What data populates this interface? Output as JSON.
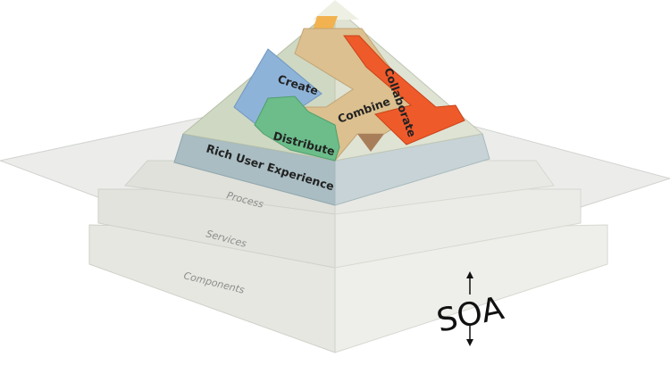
{
  "pyramid": {
    "tiers": [
      {
        "label": "Create",
        "color": "#8eb3d9"
      },
      {
        "label": "Collaborate",
        "color": "#ef5a2b"
      },
      {
        "label": "Combine",
        "color": "#dcc08f"
      },
      {
        "label": "Distribute",
        "color": "#6cbd8a"
      }
    ],
    "layers": {
      "rich_ux": "Rich User Experience",
      "process": "Process",
      "services": "Services",
      "components": "Components"
    },
    "soa": "SOA",
    "colors": {
      "rich_ux_band": "#a9bdc3",
      "plane": "#e9ebe8",
      "layer_face": "#e3e5de"
    }
  }
}
